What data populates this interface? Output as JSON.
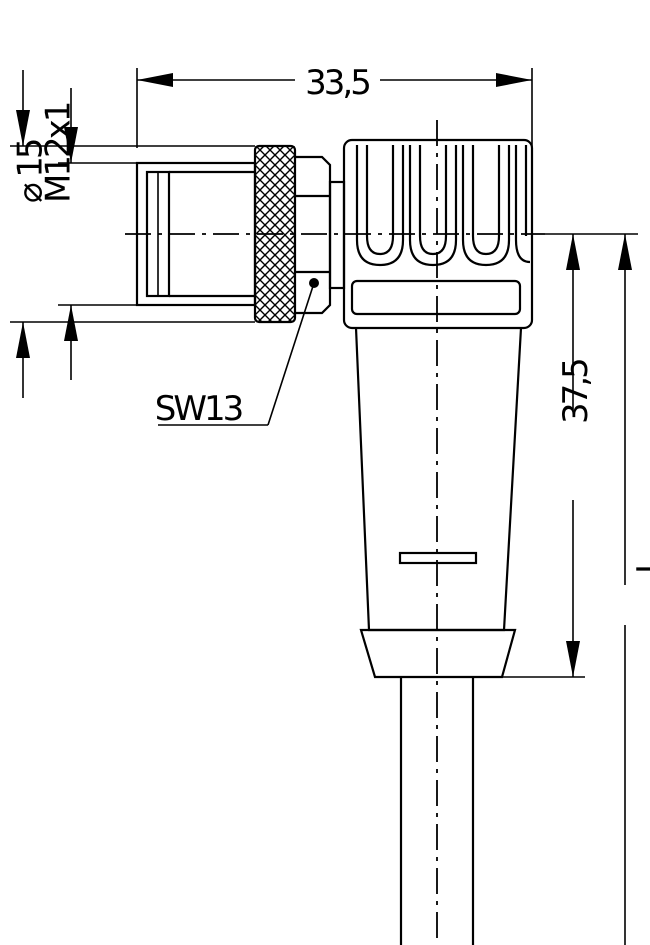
{
  "dimensions": {
    "width_label": "33,5",
    "diameter_label": "⌀ 15",
    "thread_label": "M12x1",
    "wrench_label": "SW13",
    "height_label": "37,5",
    "length_label": "L"
  }
}
